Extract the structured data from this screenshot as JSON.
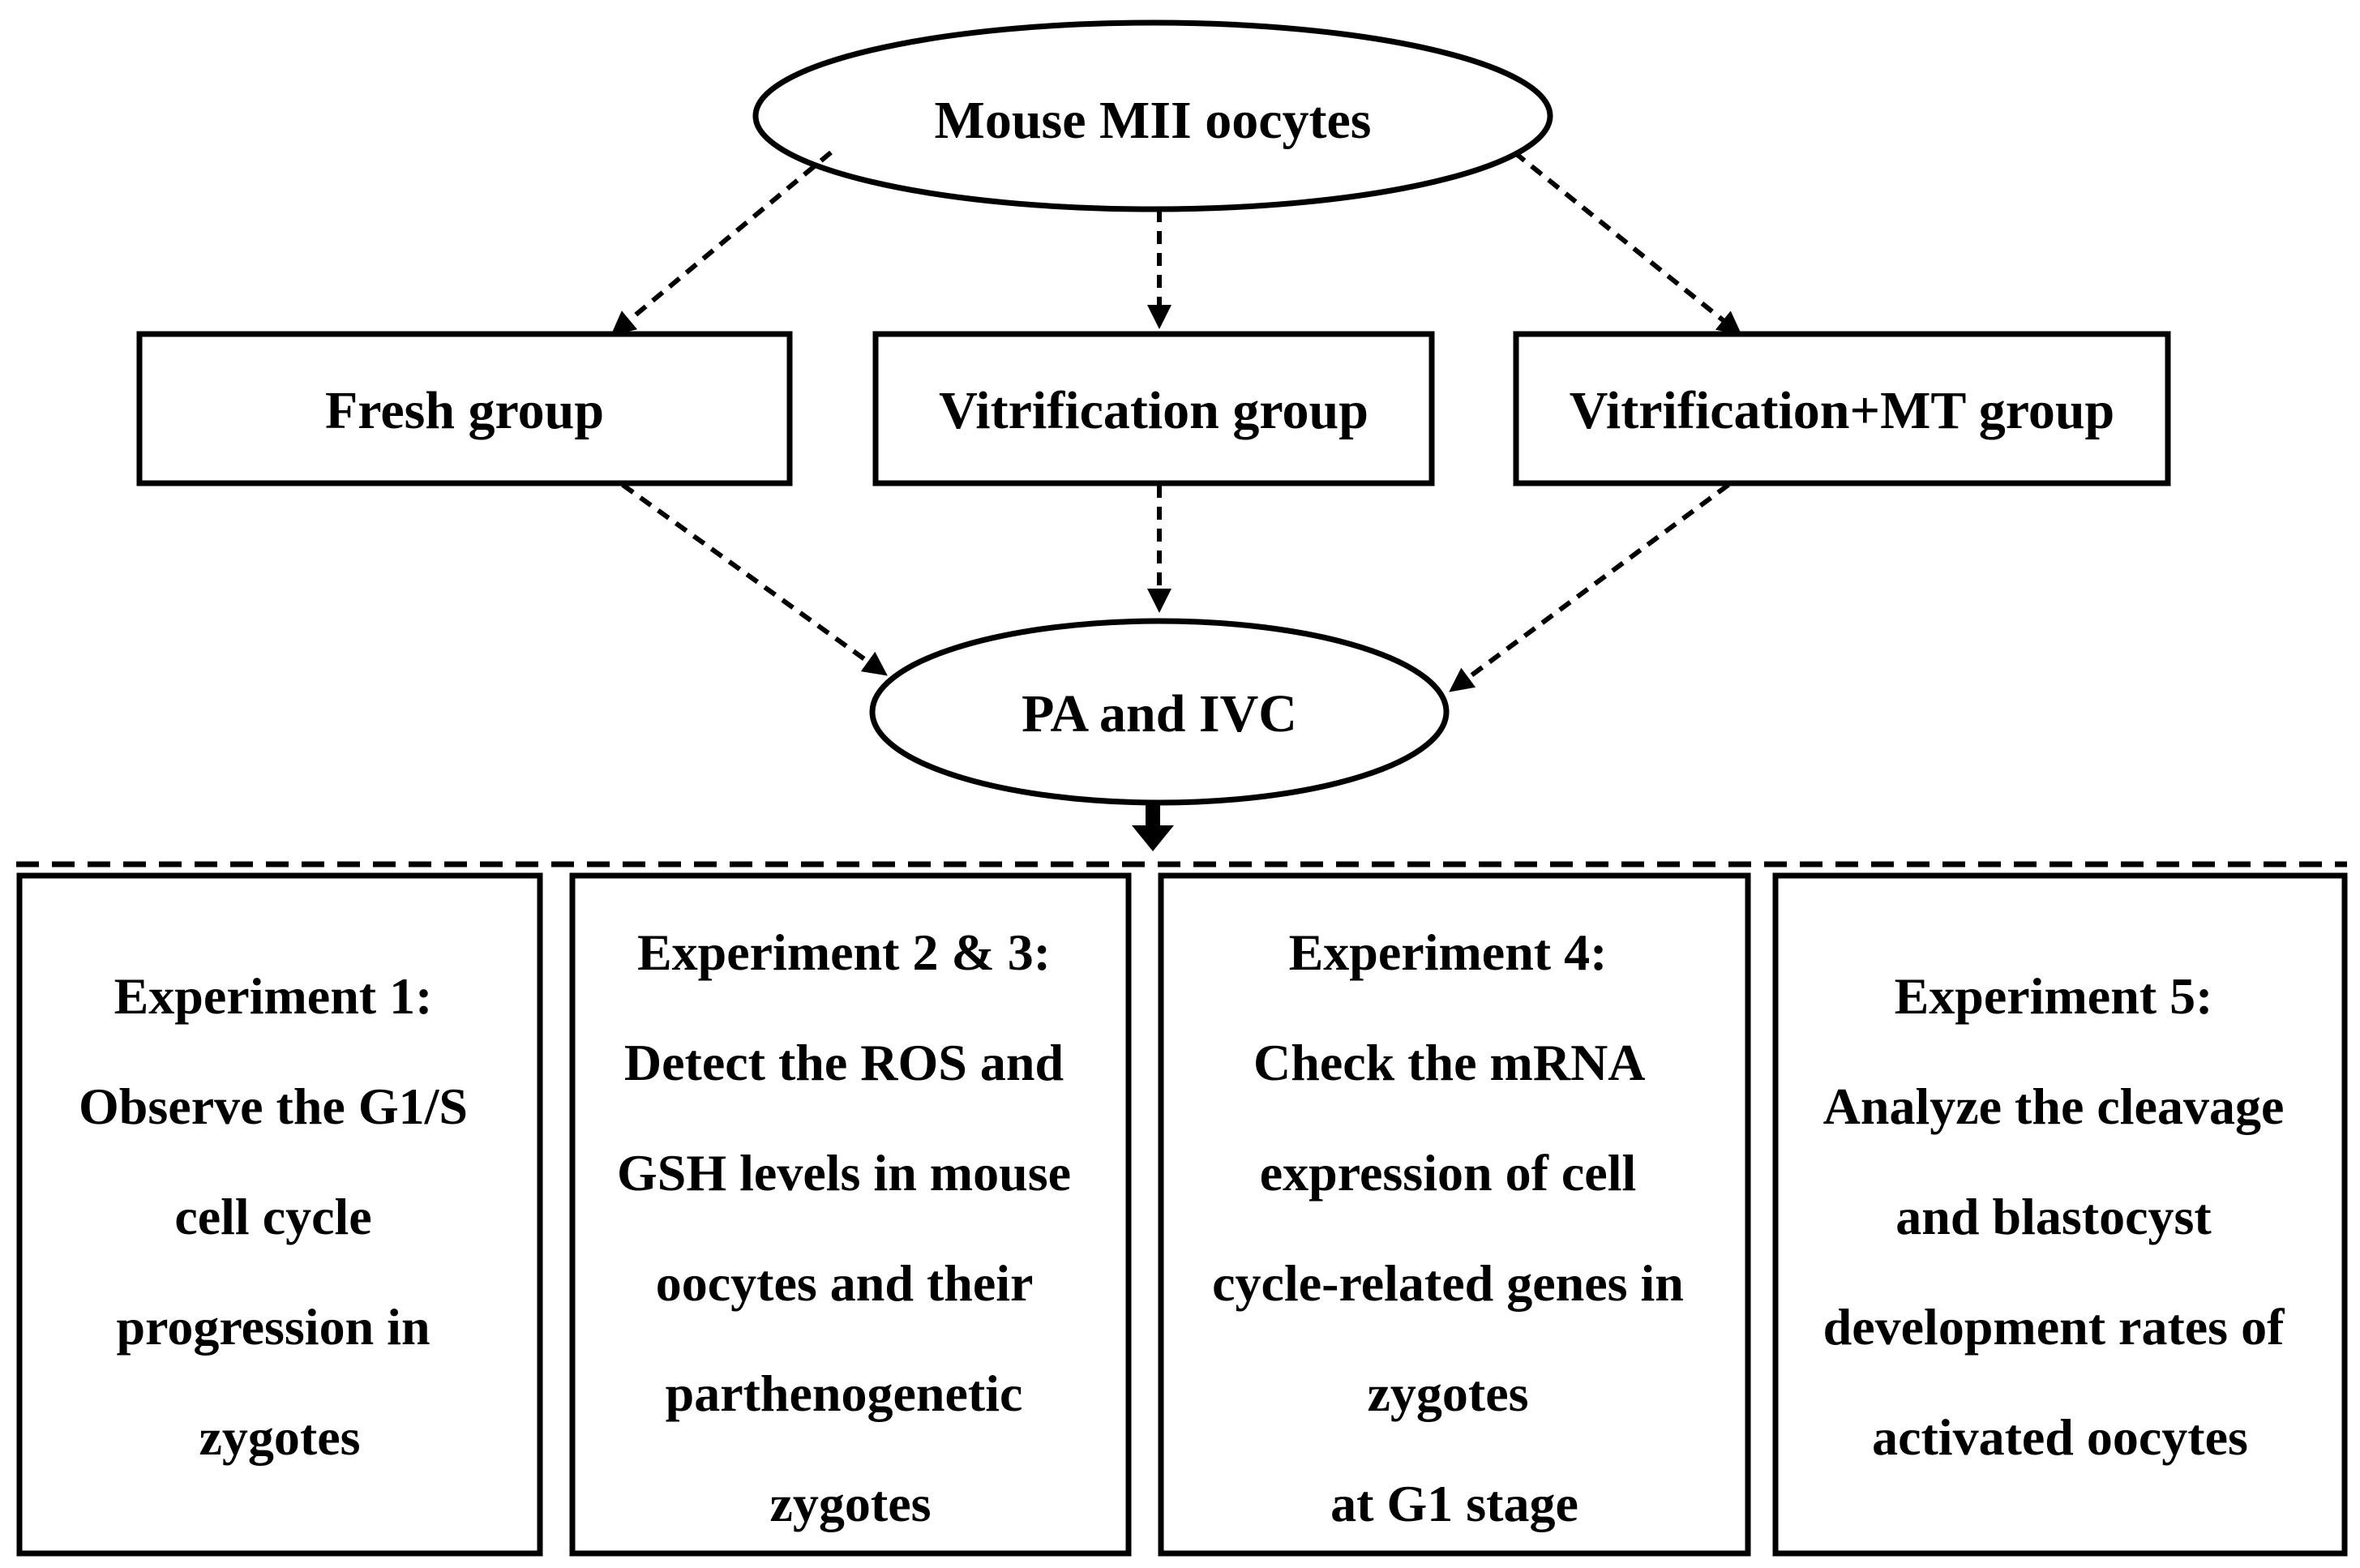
{
  "nodes": {
    "source": "Mouse MII oocytes",
    "fresh": "Fresh group",
    "vitrification": "Vitrification group",
    "vitrification_mt": "Vitrification+MT group",
    "pa_ivc": "PA and IVC"
  },
  "experiments": [
    {
      "lines": [
        "Experiment 1:",
        "Observe the G1/S",
        "cell cycle",
        "progression in",
        "zygotes"
      ]
    },
    {
      "lines": [
        "Experiment 2 & 3:",
        "Detect the ROS and",
        "GSH levels in mouse",
        "oocytes and their",
        "parthenogenetic",
        "zygotes"
      ]
    },
    {
      "lines": [
        "Experiment 4:",
        "Check the mRNA",
        "expression of cell",
        "cycle-related genes in",
        "zygotes",
        "at G1 stage"
      ]
    },
    {
      "lines": [
        "Experiment 5:",
        "Analyze the cleavage",
        "and blastocyst",
        "development rates of",
        "activated oocytes"
      ]
    }
  ],
  "colors": {
    "stroke": "#000000",
    "background": "#ffffff"
  }
}
